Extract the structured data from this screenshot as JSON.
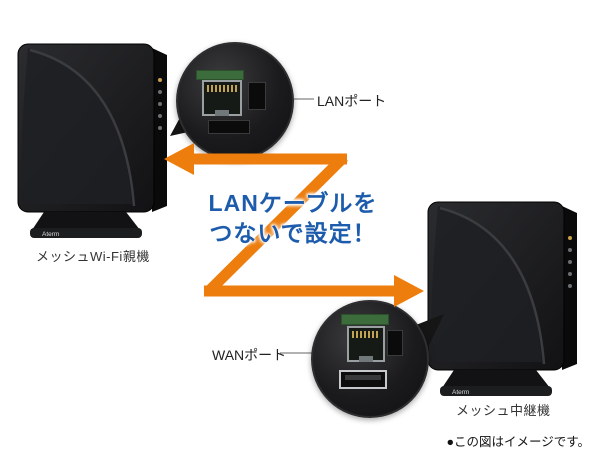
{
  "diagram": {
    "caption": {
      "line1": "LANケーブルを",
      "line2": "つないで設定！"
    },
    "devices": {
      "parent": {
        "label": "メッシュWi-Fi親機",
        "logo": "Aterm"
      },
      "repeater": {
        "label": "メッシュ中継機",
        "logo": "Aterm"
      }
    },
    "callouts": {
      "lan": {
        "label": "LANポート"
      },
      "wan": {
        "label": "WANポート"
      }
    },
    "footnote": "●この図はイメージです。",
    "colors": {
      "arrow": "#ed7d0d",
      "caption": "#1d5cac"
    }
  }
}
